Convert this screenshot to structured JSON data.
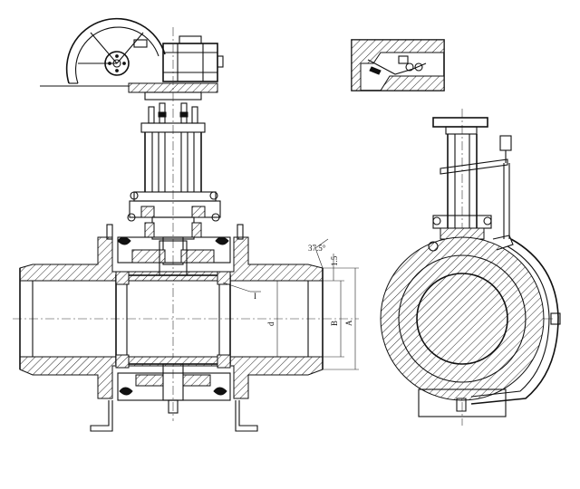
{
  "drawing": {
    "labels": {
      "angle": "37.5°",
      "chamfer": "1.5",
      "detail_ref": "I",
      "dim_d": "d",
      "dim_b": "B",
      "dim_a": "A"
    },
    "colors": {
      "line": "#111111",
      "background": "#ffffff"
    }
  }
}
